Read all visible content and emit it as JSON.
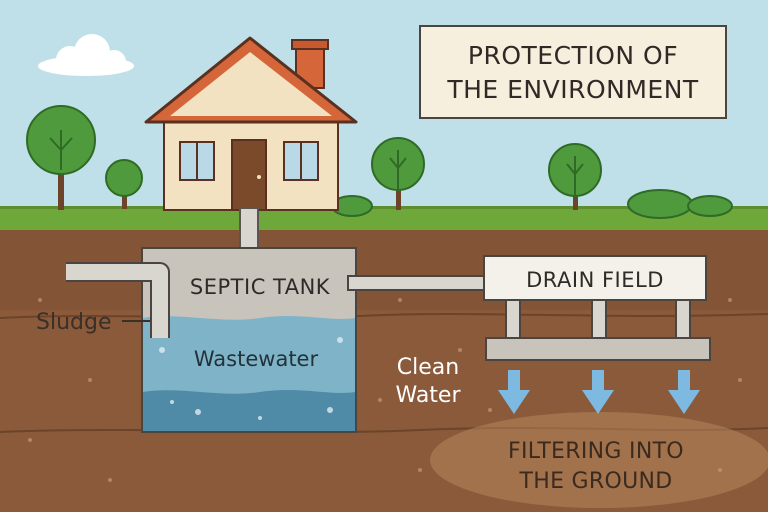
{
  "title": {
    "line1": "PROTECTION OF",
    "line2": "THE ENVIRONMENT"
  },
  "labels": {
    "septic_tank": "SEPTIC TANK",
    "sludge": "Sludge",
    "wastewater": "Wastewater",
    "drain_field": "DRAIN FIELD",
    "clean_water_line1": "Clean",
    "clean_water_line2": "Water",
    "filtering_line1": "FILTERING INTO",
    "filtering_line2": "THE GROUND"
  },
  "icons": {
    "house": "house-icon",
    "tree": "tree-icon",
    "cloud": "cloud-icon",
    "arrow": "arrow-down-icon"
  },
  "colors": {
    "sky": "#bfe0e8",
    "grass": "#6fa83a",
    "soil": "#8a5a3a",
    "soil_light": "#a87650",
    "roof": "#d4663a",
    "house_wall": "#f3e2c2",
    "door": "#7a4a2a",
    "tank": "#c9c4bb",
    "water": "#7fb4c8",
    "water_deep": "#4f8aa6",
    "pipe": "#d9d6d0",
    "arrow": "#7db9e0",
    "title_bg": "#f7efdd"
  }
}
